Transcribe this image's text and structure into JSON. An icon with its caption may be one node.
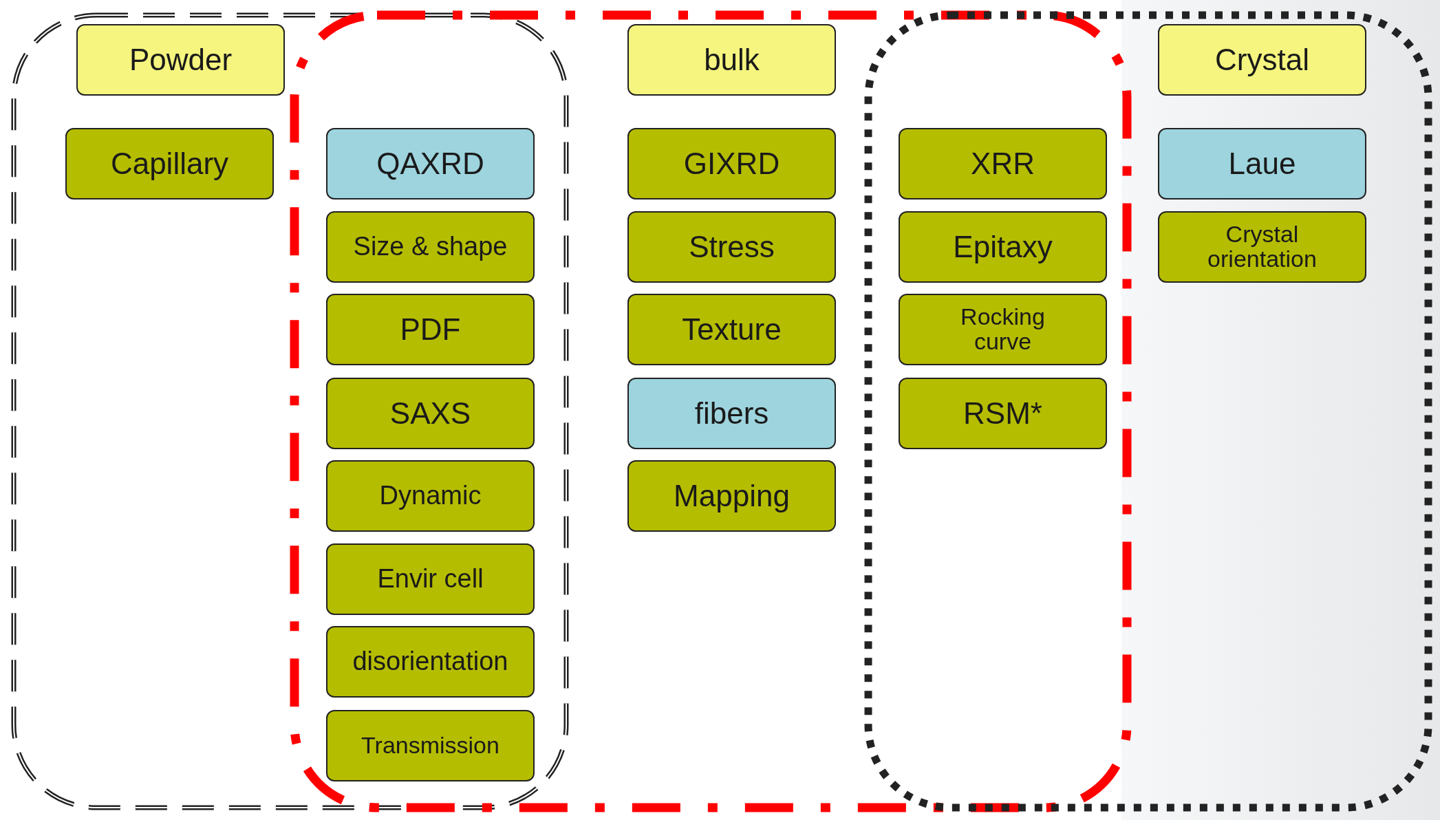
{
  "diagram": {
    "nodes": [
      {
        "text": [],
        "shape": "box"
      },
      {
        "text": [],
        "shape": "box"
      },
      {
        "text": [],
        "shape": "box"
      },
      {
        "text": [
          "Powder"
        ],
        "in": 0
      },
      {
        "text": [
          "Capillary"
        ],
        "in": 0
      },
      {
        "text": [
          "QAXRD"
        ]
      },
      {
        "text": [
          "Size & shape"
        ]
      },
      {
        "text": [
          "PDF"
        ]
      },
      {
        "text": [
          "SAXS"
        ]
      },
      {
        "text": [
          "Dynamic"
        ]
      },
      {
        "text": [
          "Envir cell"
        ]
      },
      {
        "text": [
          "disorientation"
        ]
      },
      {
        "text": [
          "Transmission"
        ]
      },
      {
        "text": [
          "bulk"
        ],
        "in": 1
      },
      {
        "text": [
          "GIXRD"
        ],
        "in": 1
      },
      {
        "text": [
          "Stress"
        ],
        "in": 1
      },
      {
        "text": [
          "Texture"
        ],
        "in": 1
      },
      {
        "text": [
          "fibers"
        ],
        "in": 1
      },
      {
        "text": [
          "Mapping"
        ],
        "in": 1
      },
      {
        "text": [
          "XRR"
        ]
      },
      {
        "text": [
          "Epitaxy"
        ]
      },
      {
        "text": [
          "Rocking curve"
        ]
      },
      {
        "text": [
          "RSM*"
        ]
      },
      {
        "text": [
          "Crystal"
        ],
        "in": 2
      },
      {
        "text": [
          "Laue"
        ],
        "in": 2
      },
      {
        "text": [
          "Crystal orientation"
        ],
        "in": 2
      }
    ],
    "edges": []
  }
}
